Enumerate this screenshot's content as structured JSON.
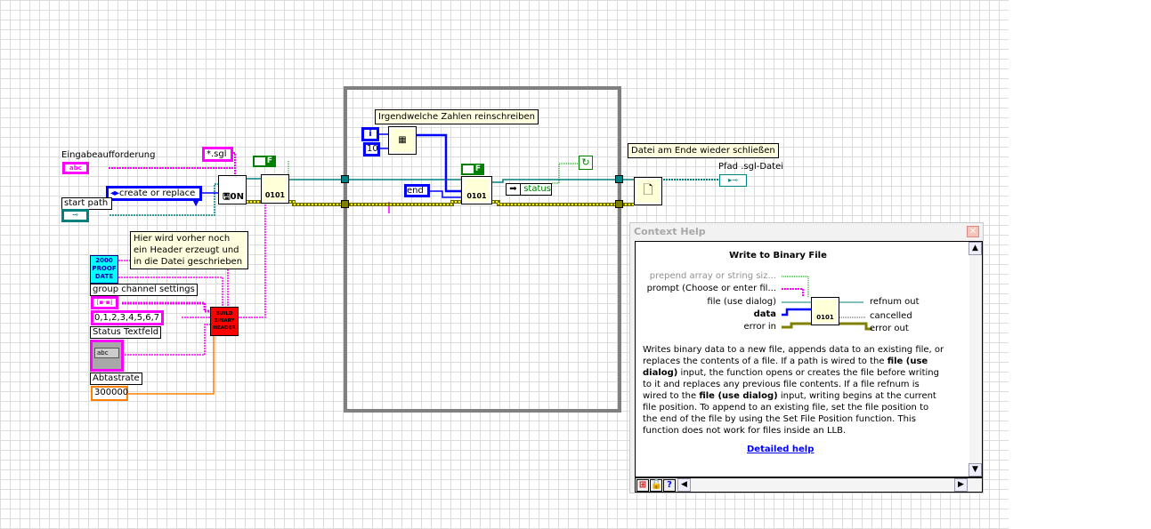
{
  "diagram": {
    "labels": {
      "prompt": "Eingabeaufforderung",
      "start_path": "start path  (Not A Path)",
      "group_channel": "group channel settings",
      "status_field": "Status Textfeld",
      "sample_rate": "Abtastrate",
      "path_out": "Pfad .sgl-Datei"
    },
    "constants": {
      "pattern": "*.sgl",
      "mode": "create or replace",
      "channels": "0,1,2,3,4,5,6,7",
      "sample_rate": "300000",
      "loop_count": "10",
      "iteration": "i",
      "position": "end",
      "status": "status",
      "bool_false": "F",
      "proof_date": "2000 PROOF DATE",
      "build_header": "BUILD BINARY HEADER",
      "abc": "abc"
    },
    "comments": {
      "header": "Hier wird vorher noch ein Header erzeugt und in die Datei geschrieben",
      "numbers": "Irgendwelche Zahlen reinschreiben",
      "close": "Datei am Ende wieder schließen"
    }
  },
  "context_help": {
    "window_title": "Context Help",
    "function_name": "Write to Binary File",
    "inputs": [
      "prepend array or string siz...",
      "prompt (Choose or enter fil...",
      "file (use dialog)",
      "data",
      "error in"
    ],
    "outputs": [
      "refnum out",
      "cancelled",
      "error out"
    ],
    "description_parts": [
      "Writes binary data to a new file, appends data to an existing file, or replaces the contents of a file. If a path is wired to the ",
      "file (use dialog)",
      " input, the function opens or creates the file before writing to it and replaces any previous file contents. If a file refnum is wired to the ",
      "file (use dialog)",
      " input, writing begins at the current file position. To append to an existing file, set the file position to the end of the file by using the Set File Position function. This function does not work for files inside an LLB."
    ],
    "link": "Detailed help"
  }
}
